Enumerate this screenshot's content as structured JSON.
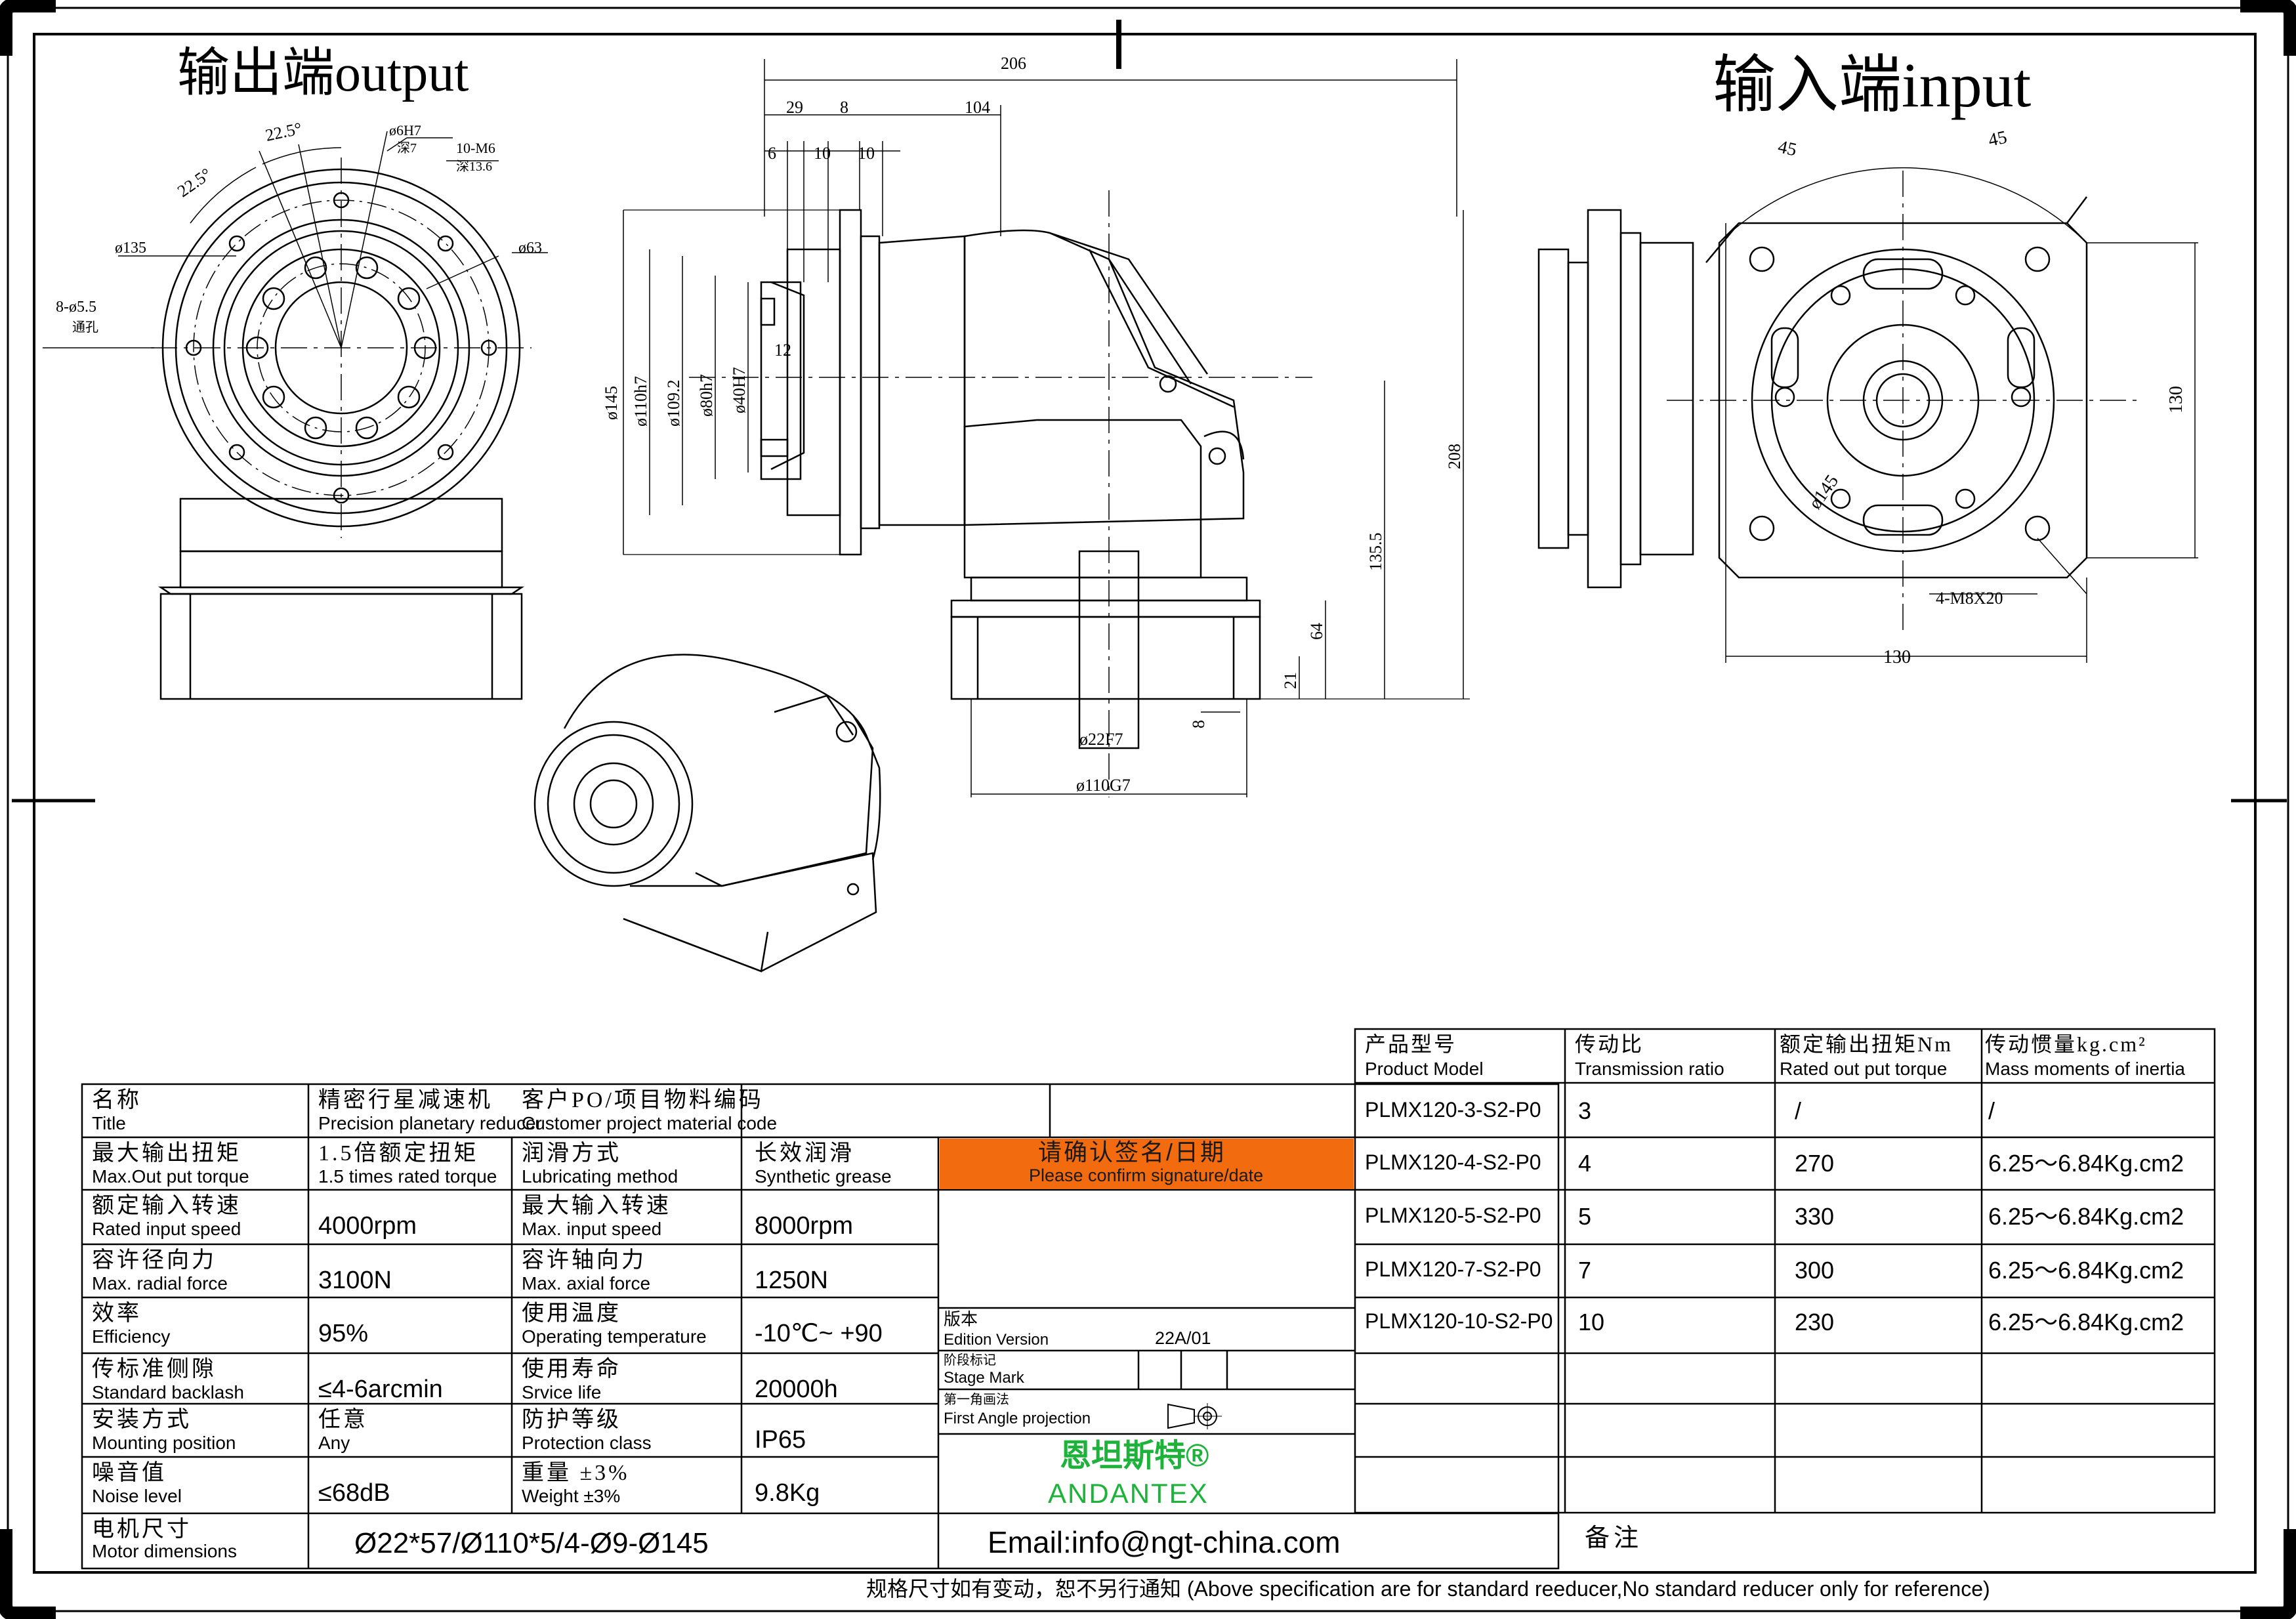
{
  "headings": {
    "output": "输出端output",
    "input": "输入端input"
  },
  "dimensions": {
    "output_angle_1": "22.5°",
    "output_angle_2": "22.5°",
    "output_d135": "ø135",
    "output_holes": "8-ø5.5",
    "output_holes_note": "通孔",
    "output_d6": "ø6H7",
    "output_d6_depth": "深7",
    "output_tap": "10-M6",
    "output_tap_depth": "深13.6",
    "output_d63": "ø63",
    "side_206": "206",
    "side_29": "29",
    "side_8": "8",
    "side_104": "104",
    "side_6": "6",
    "side_10a": "10",
    "side_10b": "10",
    "side_12": "12",
    "side_d145": "ø145",
    "side_d110h7": "ø110h7",
    "side_d109": "ø109.2",
    "side_d80": "ø80h7",
    "side_d40": "ø40H7",
    "side_208": "208",
    "side_135": "135.5",
    "side_64": "64",
    "side_21": "21",
    "side_8b": "8",
    "side_d22": "ø22F7",
    "side_d110g7": "ø110G7",
    "input_45a": "45",
    "input_45b": "45",
    "input_130v": "130",
    "input_130h": "130",
    "input_d145": "ø145",
    "input_tap": "4-M8X20"
  },
  "spec_table": {
    "rows": [
      {
        "c1_cn": "名称",
        "c1_en": "Title",
        "c2_cn": "精密行星减速机",
        "c2_en": "Precision planetary reducer",
        "c3_cn": "客户PO/项目物料编码",
        "c3_en": "Customer project material code",
        "c4": ""
      },
      {
        "c1_cn": "最大输出扭矩",
        "c1_en": "Max.Out put torque",
        "c2_cn": "1.5倍额定扭矩",
        "c2_en": "1.5 times rated torque",
        "c3_cn": "润滑方式",
        "c3_en": "Lubricating method",
        "c4_cn": "长效润滑",
        "c4_en": "Synthetic grease"
      },
      {
        "c1_cn": "额定输入转速",
        "c1_en": "Rated input speed",
        "c2": "4000rpm",
        "c3_cn": "最大输入转速",
        "c3_en": "Max. input speed",
        "c4": "8000rpm"
      },
      {
        "c1_cn": "容许径向力",
        "c1_en": "Max. radial force",
        "c2": "3100N",
        "c3_cn": "容许轴向力",
        "c3_en": "Max. axial force",
        "c4": "1250N"
      },
      {
        "c1_cn": "效率",
        "c1_en": "Efficiency",
        "c2": "95%",
        "c3_cn": "使用温度",
        "c3_en": "Operating temperature",
        "c4": "-10℃~ +90"
      },
      {
        "c1_cn": "传标准侧隙",
        "c1_en": "Standard backlash",
        "c2": "≤4-6arcmin",
        "c3_cn": "使用寿命",
        "c3_en": "Srvice life",
        "c4": "20000h"
      },
      {
        "c1_cn": "安装方式",
        "c1_en": "Mounting position",
        "c2_cn": "任意",
        "c2_en": "Any",
        "c3_cn": "防护等级",
        "c3_en": "Protection class",
        "c4": "IP65"
      },
      {
        "c1_cn": "噪音值",
        "c1_en": "Noise level",
        "c2": "≤68dB",
        "c3_cn": "重量 ±3%",
        "c3_en": "Weight ±3%",
        "c4": "9.8Kg"
      }
    ],
    "motor_cn": "电机尺寸",
    "motor_en": "Motor dimensions",
    "motor_value": "Ø22*57/Ø110*5/4-Ø9-Ø145"
  },
  "confirm": {
    "cn": "请确认签名/日期",
    "en": "Please confirm signature/date",
    "color": "#F26B0F"
  },
  "edition": {
    "cn": "版本",
    "en": "Edition Version",
    "value": "22A/01"
  },
  "stage": {
    "cn": "阶段标记",
    "en": "Stage Mark"
  },
  "projection": {
    "cn": "第一角画法",
    "en": "First Angle projection"
  },
  "brand": {
    "cn": "恩坦斯特®",
    "en": "ANDANTEX",
    "color": "#1DB33A"
  },
  "email": "Email:info@ngt-china.com",
  "remark": "备注",
  "model_table": {
    "headers": [
      {
        "cn": "产品型号",
        "en": "Product Model"
      },
      {
        "cn": "传动比",
        "en": "Transmission ratio"
      },
      {
        "cn": "额定输出扭矩Nm",
        "en": "Rated out put torque"
      },
      {
        "cn": "传动惯量kg.cm²",
        "en": "Mass moments of inertia"
      }
    ],
    "rows": [
      [
        "PLMX120-3-S2-P0",
        "3",
        "/",
        "/"
      ],
      [
        "PLMX120-4-S2-P0",
        "4",
        "270",
        "6.25〜6.84Kg.cm2"
      ],
      [
        "PLMX120-5-S2-P0",
        "5",
        "330",
        "6.25〜6.84Kg.cm2"
      ],
      [
        "PLMX120-7-S2-P0",
        "7",
        "300",
        "6.25〜6.84Kg.cm2"
      ],
      [
        "PLMX120-10-S2-P0",
        "10",
        "230",
        "6.25〜6.84Kg.cm2"
      ]
    ]
  },
  "footer": "规格尺寸如有变动，恕不另行通知   (Above specification are for standard reeducer,No standard reducer only for reference)"
}
